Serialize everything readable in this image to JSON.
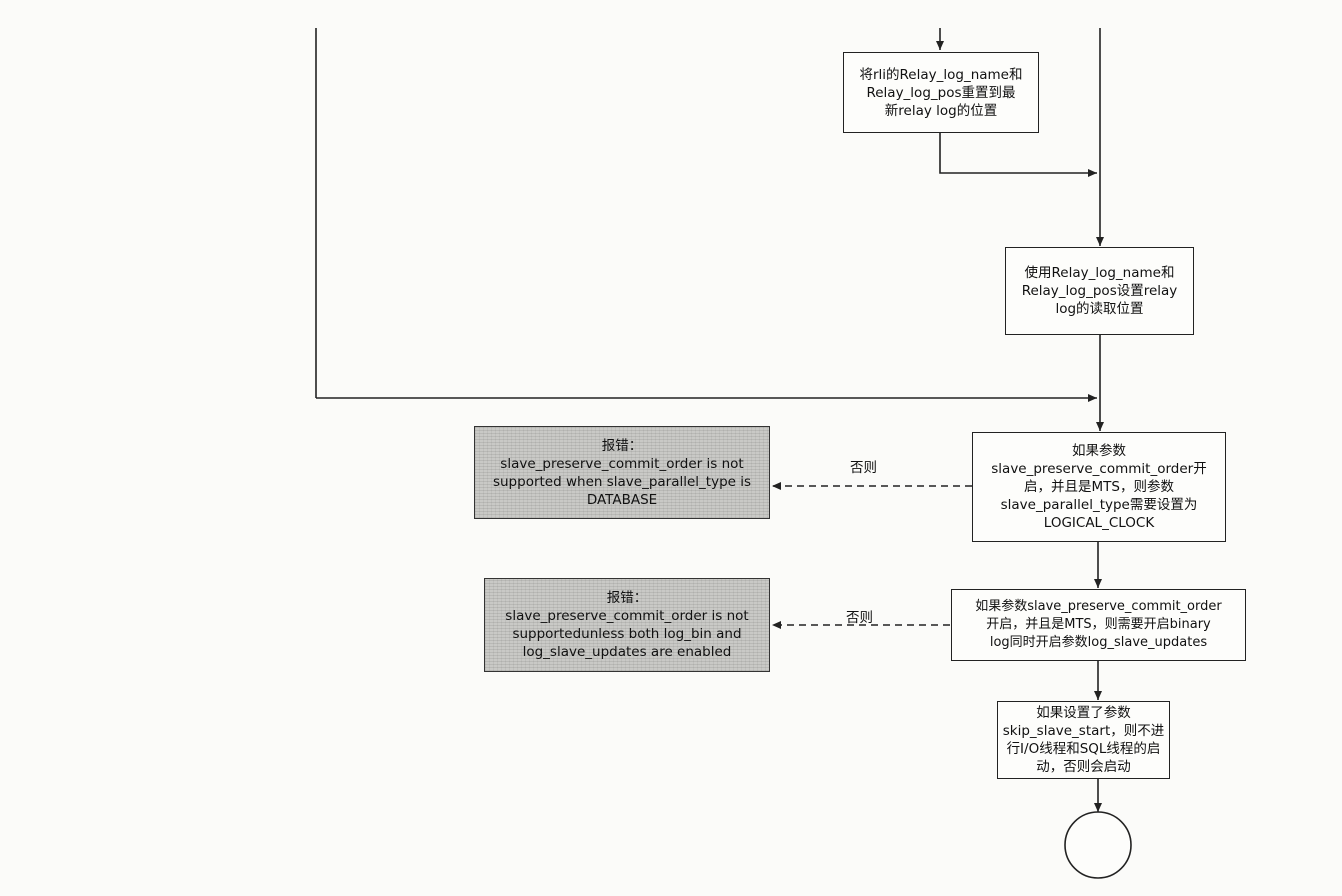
{
  "nodes": {
    "reset_pos": "将rli的Relay_log_name和\nRelay_log_pos重置到最\n新relay log的位置",
    "set_read_pos": "使用Relay_log_name和\nRelay_log_pos设置relay\nlog的读取位置",
    "check_parallel_type": "如果参数\nslave_preserve_commit_order开\n启，并且是MTS，则参数\nslave_parallel_type需要设置为\nLOGICAL_CLOCK",
    "error_parallel_type": "报错：\nslave_preserve_commit_order is not\nsupported when slave_parallel_type is\nDATABASE",
    "check_binlog": "如果参数slave_preserve_commit_order\n开启，并且是MTS，则需要开启binary\nlog同时开启参数log_slave_updates",
    "error_binlog": "报错：\nslave_preserve_commit_order is not\nsupportedunless both log_bin and\nlog_slave_updates are enabled",
    "skip_slave_start": "如果设置了参数\nskip_slave_start，则不进\n行I/O线程和SQL线程的启\n动，否则会启动"
  },
  "edge_labels": {
    "else_1": "否则",
    "else_2": "否则"
  }
}
